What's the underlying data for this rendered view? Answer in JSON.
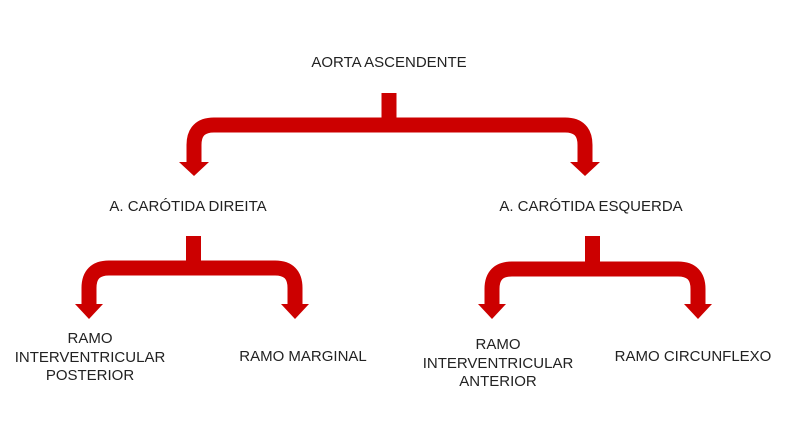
{
  "colors": {
    "arrow": "#CC0000",
    "text": "#222222"
  },
  "nodes": {
    "root": "AORTA ASCENDENTE",
    "left": "A. CARÓTIDA DIREITA",
    "right": "A. CARÓTIDA ESQUERDA",
    "left_left": [
      "RAMO",
      "INTERVENTRICULAR",
      "POSTERIOR"
    ],
    "left_right": "RAMO MARGINAL",
    "right_left": [
      "RAMO",
      "INTERVENTRICULAR",
      "ANTERIOR"
    ],
    "right_right": "RAMO CIRCUNFLEXO"
  }
}
